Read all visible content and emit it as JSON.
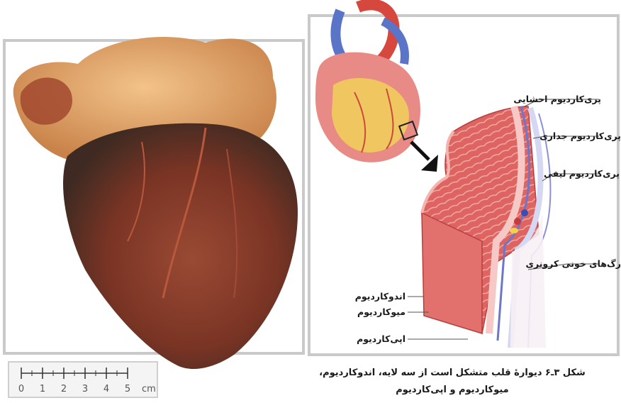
{
  "figure": {
    "caption_line1": "شکل ۳ـ۶  دیوارهٔ قلب متشکل است از سه لایه، اندوکاردیوم،",
    "caption_line2": "میوکاردیوم و اپی‌کاردیوم"
  },
  "ruler": {
    "ticks": [
      "0",
      "1",
      "2",
      "3",
      "4",
      "5"
    ],
    "unit": "cm"
  },
  "labels": {
    "visceral_pericardium": "پری‌کاردیوم احشایی",
    "parietal_pericardium": "پری‌کاردیوم جداری",
    "fibrous_pericardium": "پری‌کاردیوم لیفی",
    "coronary_vessels": "رگ‌های خونی کرونری",
    "endocardium": "اندوکاردیوم",
    "myocardium": "میوکاردیوم",
    "epicardium": "اپی‌کاردیوم"
  },
  "colors": {
    "muscle": "#d95a5a",
    "muscle_light": "#f0a3a0",
    "heart_photo": "#8a3b28",
    "fat": "#e8b276",
    "pericardium_blue": "#6d76c8",
    "border": "#c9c9c9"
  }
}
